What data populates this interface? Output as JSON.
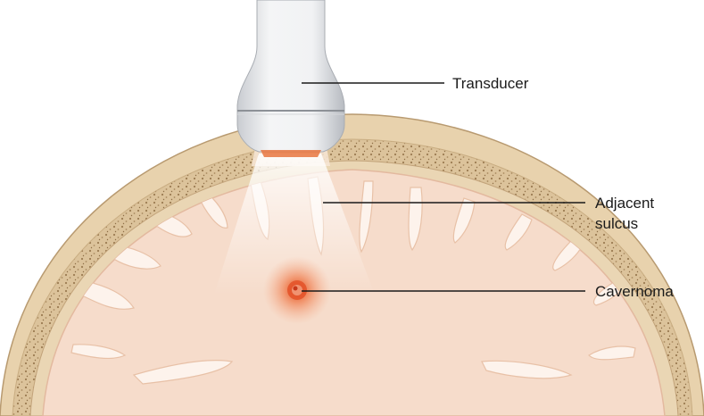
{
  "labels": {
    "transducer": "Transducer",
    "sulcus_line1": "Adjacent",
    "sulcus_line2": "sulcus",
    "cavernoma": "Cavernoma"
  },
  "colors": {
    "skull_outer": "#e8d2ad",
    "skull_edge": "#b89a70",
    "diploe": "#d9bf96",
    "diploe_dots": "#9c7c52",
    "brain": "#f6dccb",
    "brain_surface": "#ecc5ad",
    "sulcus_white": "#fdf3ec",
    "probe": "#e9eaec",
    "probe_shadow": "#b9bcc1",
    "lesion": "#e86a3a",
    "leader": "#1a1a1a"
  },
  "icons": {
    "transducer": "ultrasound-probe",
    "lesion": "cavernoma-lesion"
  }
}
